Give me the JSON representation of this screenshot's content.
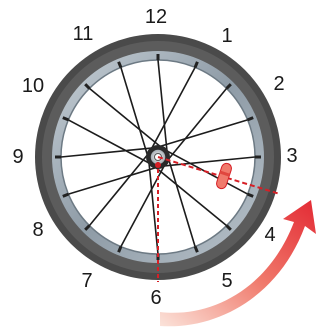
{
  "clock_labels": [
    {
      "id": "12",
      "text": "12"
    },
    {
      "id": "1",
      "text": "1"
    },
    {
      "id": "2",
      "text": "2"
    },
    {
      "id": "3",
      "text": "3"
    },
    {
      "id": "4",
      "text": "4"
    },
    {
      "id": "5",
      "text": "5"
    },
    {
      "id": "6",
      "text": "6"
    },
    {
      "id": "7",
      "text": "7"
    },
    {
      "id": "8",
      "text": "8"
    },
    {
      "id": "9",
      "text": "9"
    },
    {
      "id": "10",
      "text": "10"
    },
    {
      "id": "11",
      "text": "11"
    }
  ],
  "colors": {
    "tire": "#3f3f3f",
    "rim": "#9aa7b1",
    "spoke": "#1c1c1c",
    "hub": "#cfd6dc",
    "valve": "#e8584a",
    "guide": "#d61f26",
    "arrow_start": "#f7c8b8",
    "arrow_end": "#e8303a"
  },
  "icons": {
    "wheel": "bicycle-wheel-icon",
    "valve": "valve-icon",
    "arrow": "rotation-arrow-icon"
  }
}
